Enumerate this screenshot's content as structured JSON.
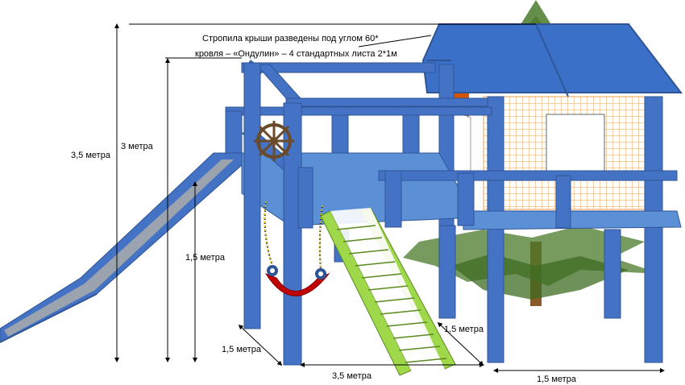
{
  "note_line1": "Стропила крыши разведены под углом 60*",
  "note_line2": "кровля – «Ондулин» – 4 стандартных листа 2*1м",
  "dim_total_height": "3,5 метра",
  "dim_frame_height": "3 метра",
  "dim_platform_height": "1,5 метра",
  "dim_depth_left": "1,5 метра",
  "dim_depth_right": "1,5 метра",
  "dim_width": "3,5 метра",
  "dim_house_width": "1,5 метра",
  "colors": {
    "frame": "#4472c4",
    "frame_dark": "#2f5597",
    "platform": "#5b8fd6",
    "roof": "#3a70c8",
    "ladder": "#9fd84a",
    "swing": "#c00000",
    "door_orange": "#d35400",
    "tree": "#4a7a2a",
    "trunk": "#8b5a2b",
    "grid": "#f0a050"
  }
}
